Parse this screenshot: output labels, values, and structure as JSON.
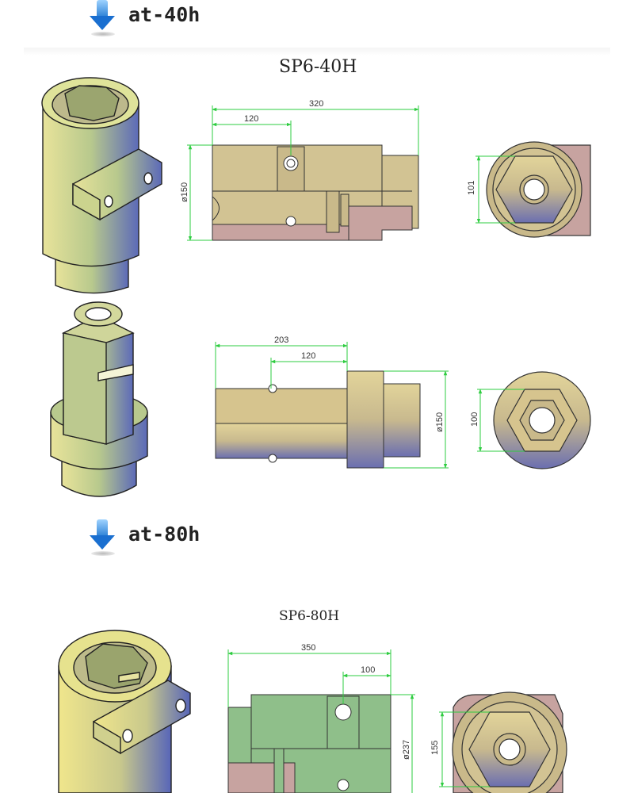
{
  "sections": [
    {
      "label": "at-40h",
      "icon": "blue-down-arrow-icon",
      "title": "SP6-40H"
    },
    {
      "label": "at-80h",
      "icon": "blue-down-arrow-icon",
      "title": "SP6-80H"
    }
  ],
  "sp6_40h": {
    "top_view": {
      "length": "320",
      "offset": "120",
      "diameter": "ø150",
      "end_size": "101"
    },
    "bottom_view": {
      "length": "203",
      "offset": "120",
      "diameter": "ø150",
      "end_size": "100"
    }
  },
  "sp6_80h": {
    "view": {
      "length": "350",
      "offset": "100",
      "diameter": "ø237",
      "end_size": "155"
    }
  },
  "colors": {
    "dimension_line": "#2ecc40",
    "part_khaki": "#c9b98a",
    "part_pink": "#c7a3a0",
    "part_green": "#8fbf8a",
    "outline": "#333333"
  }
}
